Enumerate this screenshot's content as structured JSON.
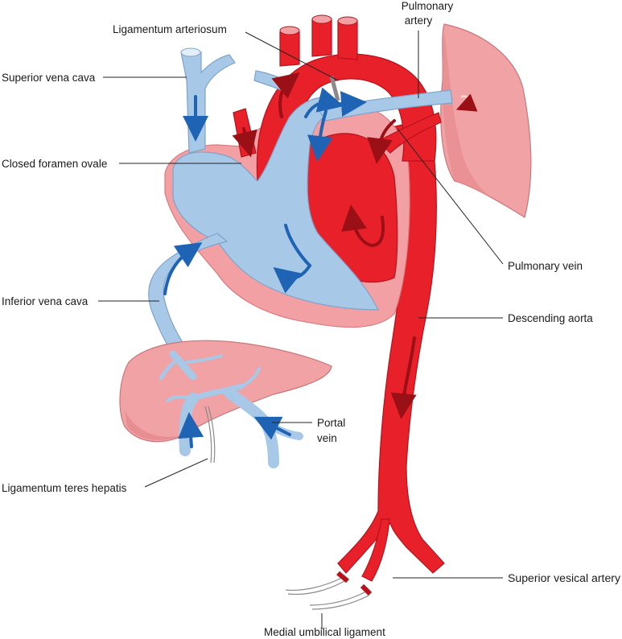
{
  "labels": {
    "pulmonary_artery": [
      "Pulmonary",
      "artery"
    ],
    "ligamentum_arteriosum": "Ligamentum arteriosum",
    "superior_vena_cava": "Superior vena cava",
    "closed_foramen_ovale": "Closed foramen ovale",
    "pulmonary_vein": "Pulmonary vein",
    "inferior_vena_cava": "Inferior vena cava",
    "descending_aorta": "Descending aorta",
    "portal_vein": [
      "Portal",
      "vein"
    ],
    "ligamentum_teres_hepatis": "Ligamentum teres hepatis",
    "superior_vesical_artery": "Superior vesical artery",
    "medial_umbilical_ligament": "Medial umbilical ligament"
  },
  "colors": {
    "venous_blood": "#a8c8e8",
    "arterial_blood": "#e8202a",
    "heart_wall": "#f2a0a4",
    "organ": "#f0a2a4",
    "venous_flow_arrow": "#1f63b5",
    "arterial_flow_arrow": "#9a1016"
  }
}
